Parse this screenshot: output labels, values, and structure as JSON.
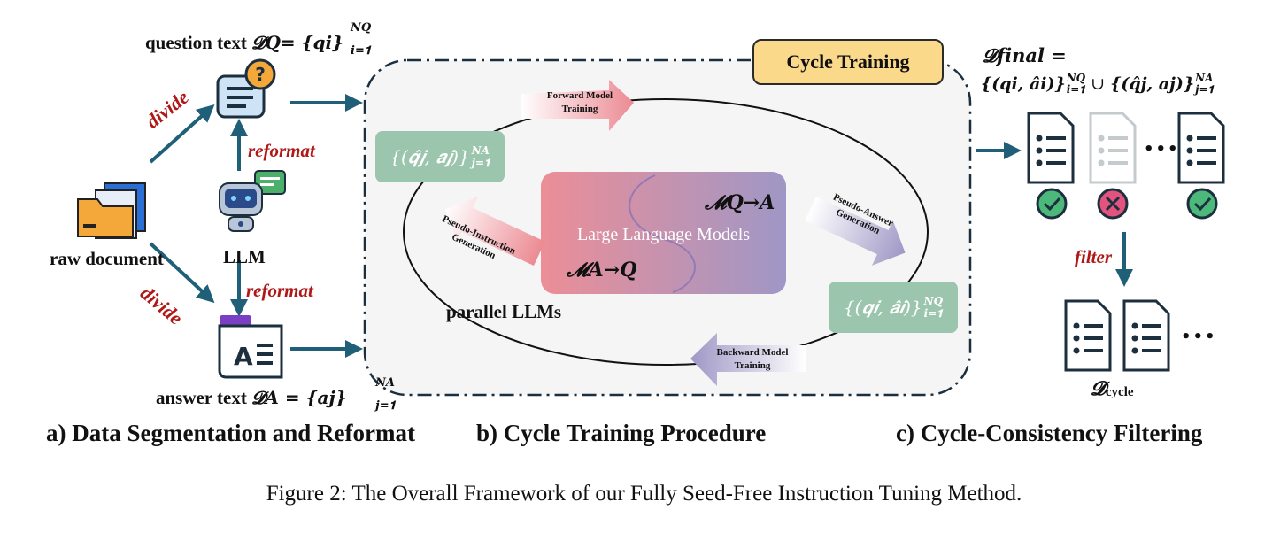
{
  "section_a": {
    "question_text_label": "question text",
    "question_math": "𝓓𝑸= {𝒒𝒊}",
    "question_sup": "𝑵𝑸",
    "question_sub": "𝒊=𝟏",
    "divide_upper": "divide",
    "divide_lower": "divide",
    "reformat_upper": "reformat",
    "reformat_lower": "reformat",
    "raw_document_label": "raw document",
    "llm_label": "LLM",
    "answer_text_label": "answer text",
    "answer_math": "𝓓𝑨 = {𝒂𝒋}",
    "answer_sup": "𝑵𝑨",
    "answer_sub": "𝒋=𝟏",
    "title": "a) Data Segmentation and Reformat"
  },
  "section_b": {
    "cycle_training_badge": "Cycle Training",
    "forward_arrow_label": "Forward Model Training",
    "backward_arrow_label": "Backward Model Training",
    "pseudo_instruction_label": "Pseudo-Instruction Generation",
    "pseudo_answer_label": "Pseudo-Answer Generation",
    "llm_center_label": "Large Language Models",
    "model_q_to_a": "𝓜𝑸→𝑨",
    "model_a_to_q": "𝓜𝑨→𝑸",
    "parallel_llms_label": "parallel LLMs",
    "pair_box_top_main": "{(𝒒̂𝒋, 𝒂𝒋)}",
    "pair_box_top_sup": "𝑵𝑨",
    "pair_box_top_sub": "𝒋=𝟏",
    "pair_box_bottom_main": "{(𝒒𝒊, 𝒂̂𝒊)}",
    "pair_box_bottom_sup": "𝑵𝑸",
    "pair_box_bottom_sub": "𝒊=𝟏",
    "title": "b) Cycle Training Procedure"
  },
  "section_c": {
    "dfinal_line1": "𝓓𝒇𝒊𝒏𝒂𝒍 =",
    "dfinal_line2_a": "{(𝒒𝒊, 𝒂̂𝒊)}",
    "dfinal_line2_a_sup": "𝑵𝑸",
    "dfinal_line2_a_sub": "𝒊=𝟏",
    "dfinal_union": " ∪ ",
    "dfinal_line2_b": "{(𝒒̂𝒋, 𝒂𝒋)}",
    "dfinal_line2_b_sup": "𝑵𝑨",
    "dfinal_line2_b_sub": "𝒋=𝟏",
    "ellipsis_top": "•••",
    "ellipsis_bottom": "•••",
    "filter_label": "filter",
    "dcycle_label": "𝓓",
    "dcycle_sub": "cycle",
    "title": "c) Cycle-Consistency Filtering"
  },
  "caption": "Figure 2: The Overall Framework of our Fully Seed-Free Instruction Tuning Method.",
  "colors": {
    "arrow_teal": "#1f5f78",
    "accent_red": "#b01818",
    "green_box": "#9cc5ad",
    "badge_yellow": "#fbd98a",
    "llm_gradient_left": "#ec8e97",
    "llm_gradient_right": "#9f97c6",
    "check_green": "#4cb87a",
    "cross_pink": "#e2537d"
  },
  "icons": [
    "folder-documents-icon",
    "chat-question-icon",
    "robot-icon",
    "answer-card-icon",
    "document-list-icon",
    "check-circle-icon",
    "cross-circle-icon"
  ]
}
